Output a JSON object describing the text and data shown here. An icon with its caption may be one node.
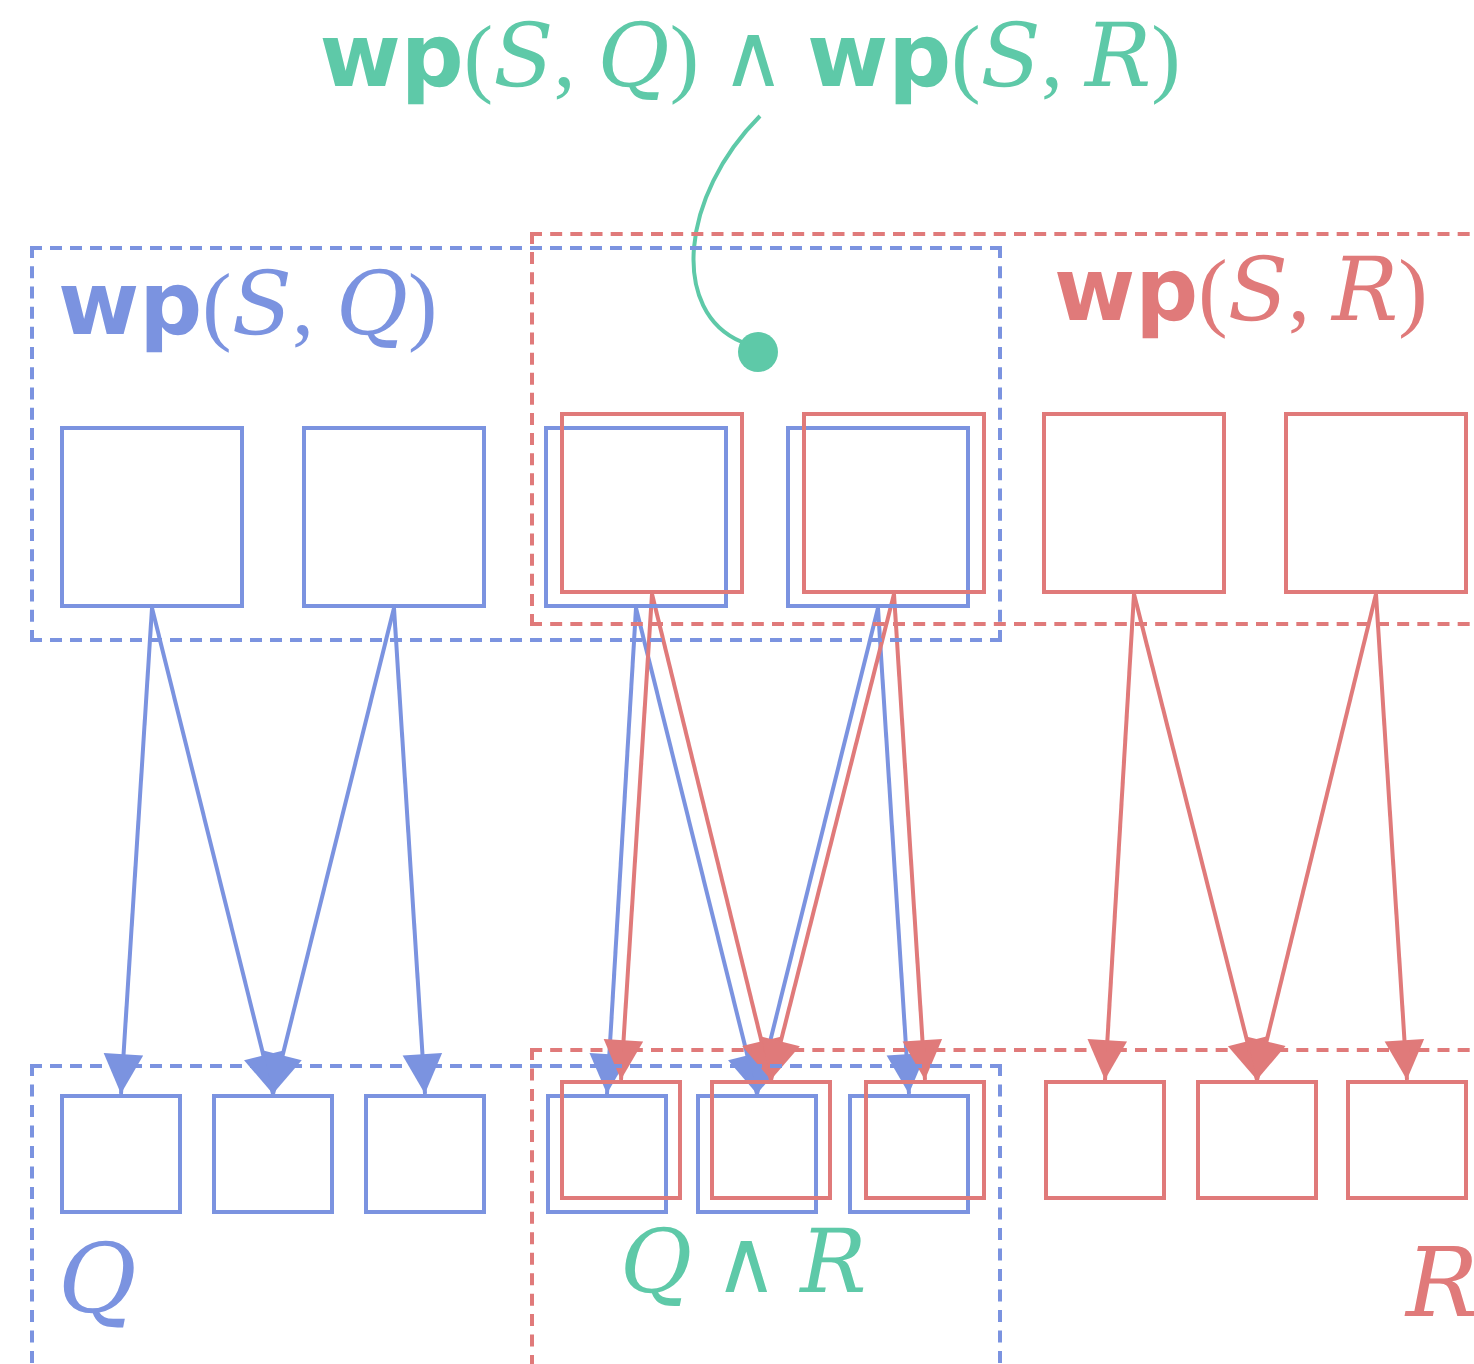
{
  "diagram": {
    "nodes": [
      {
        "text": [
          "**wp**(*S*, *Q*) ∧ **wp**(*S*, *R*)"
        ]
      },
      {
        "text": [],
        "shape": "circle"
      },
      {
        "text": [
          "**wp**(*S*, *Q*)"
        ]
      },
      {
        "text": [],
        "shape": "box",
        "in": 2
      },
      {
        "text": [],
        "shape": "box",
        "in": 2
      },
      {
        "text": [
          "**wp**(*S*, *R*)"
        ]
      },
      {
        "text": [],
        "shape": "box"
      },
      {
        "text": [],
        "shape": "box"
      },
      {
        "text": [],
        "shape": "box"
      },
      {
        "text": [],
        "shape": "box"
      },
      {
        "text": [],
        "shape": "box",
        "in": 5
      },
      {
        "text": [],
        "shape": "box",
        "in": 5
      },
      {
        "text": [
          "*Q*"
        ]
      },
      {
        "text": [
          "*R*"
        ]
      },
      {
        "text": [],
        "shape": "box",
        "in": 12
      },
      {
        "text": [],
        "shape": "box",
        "in": 12
      },
      {
        "text": [],
        "shape": "box",
        "in": 12
      },
      {
        "text": [],
        "shape": "box"
      },
      {
        "text": [],
        "shape": "box"
      },
      {
        "text": [],
        "shape": "box"
      },
      {
        "text": [],
        "shape": "box"
      },
      {
        "text": [],
        "shape": "box"
      },
      {
        "text": [],
        "shape": "box"
      },
      {
        "text": [],
        "shape": "box",
        "in": 13
      },
      {
        "text": [],
        "shape": "box",
        "in": 13
      },
      {
        "text": [],
        "shape": "box",
        "in": 13
      }
    ],
    "edges": [
      {
        "from": 0,
        "to": 1,
        "arrow": "none",
        "color": "#5ec9a8"
      },
      {
        "from": 3,
        "to": 14,
        "arrow": "to",
        "color": "#7b93e0"
      },
      {
        "from": 3,
        "to": 15,
        "arrow": "to",
        "color": "#7b93e0"
      },
      {
        "from": 4,
        "to": 15,
        "arrow": "to",
        "color": "#7b93e0"
      },
      {
        "from": 4,
        "to": 16,
        "arrow": "to",
        "color": "#7b93e0"
      },
      {
        "from": 6,
        "to": 17,
        "arrow": "to",
        "color": "#7b93e0"
      },
      {
        "from": 6,
        "to": 19,
        "arrow": "to",
        "color": "#7b93e0"
      },
      {
        "from": 8,
        "to": 19,
        "arrow": "to",
        "color": "#7b93e0"
      },
      {
        "from": 8,
        "to": 21,
        "arrow": "to",
        "color": "#7b93e0"
      },
      {
        "from": 7,
        "to": 18,
        "arrow": "to",
        "color": "#e07a7a"
      },
      {
        "from": 7,
        "to": 20,
        "arrow": "to",
        "color": "#e07a7a"
      },
      {
        "from": 9,
        "to": 20,
        "arrow": "to",
        "color": "#e07a7a"
      },
      {
        "from": 9,
        "to": 22,
        "arrow": "to",
        "color": "#e07a7a"
      },
      {
        "from": 10,
        "to": 23,
        "arrow": "to",
        "color": "#e07a7a"
      },
      {
        "from": 10,
        "to": 24,
        "arrow": "to",
        "color": "#e07a7a"
      },
      {
        "from": 11,
        "to": 24,
        "arrow": "to",
        "color": "#e07a7a"
      },
      {
        "from": 11,
        "to": 25,
        "arrow": "to",
        "color": "#e07a7a"
      }
    ],
    "labels": [
      "*Q* ∧ *R*"
    ]
  }
}
